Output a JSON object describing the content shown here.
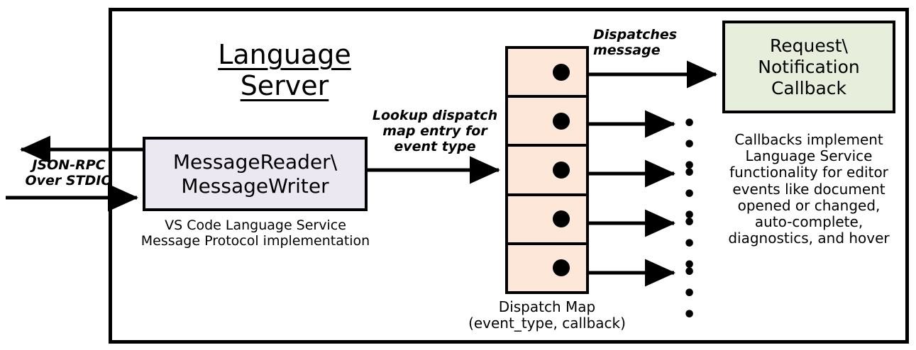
{
  "diagram": {
    "title": "Language Server",
    "frame_name": "language-server-boundary"
  },
  "message_io": {
    "box_label": "MessageReader\\\nMessageWriter",
    "caption": "VS Code Language Service\nMessage Protocol implementation",
    "box_fill": "#ebe8f2",
    "transport_label": "JSON-RPC\nOver STDIO"
  },
  "edges": {
    "lookup_label": "Lookup dispatch\nmap entry for\nevent type",
    "dispatch_label": "Dispatches\nmessage",
    "ellipsis": "• • •"
  },
  "dispatch_map": {
    "caption": "Dispatch Map\n(event_type, callback)",
    "fill": "#fce7d8",
    "row_count": 5,
    "rows": [
      {
        "name": "dispatch-entry-1"
      },
      {
        "name": "dispatch-entry-2"
      },
      {
        "name": "dispatch-entry-3"
      },
      {
        "name": "dispatch-entry-4"
      },
      {
        "name": "dispatch-entry-5"
      }
    ]
  },
  "callback": {
    "box_label": "Request\\\nNotification\nCallback",
    "caption": "Callbacks implement\nLanguage Service\nfunctionality for editor\nevents like document\nopened or changed,\nauto-complete,\ndiagnostics, and hover",
    "box_fill": "#e8eedc"
  },
  "colors": {
    "stroke": "#000000",
    "background": "#ffffff"
  }
}
